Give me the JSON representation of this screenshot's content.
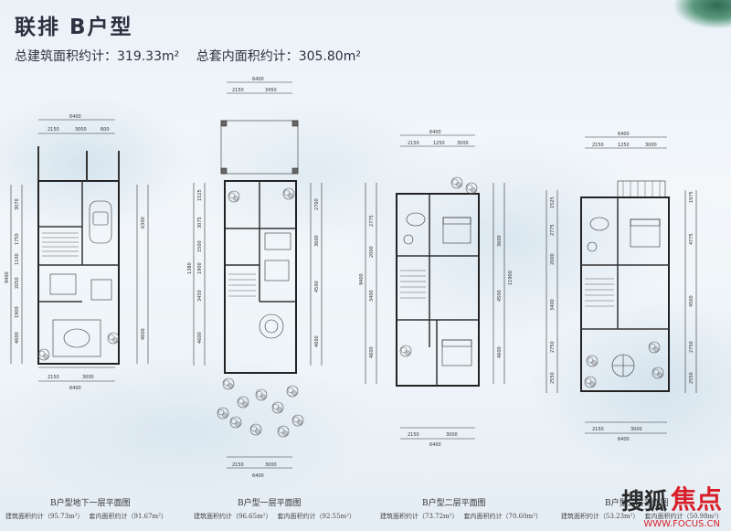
{
  "header": {
    "title": "联排 B户型",
    "gross_area": "总建筑面积约计：319.33m²",
    "inner_area": "总套内面积约计：305.80m²"
  },
  "plans": [
    {
      "name": "B户型地下一层平面图",
      "build_area": "建筑面积约计（95.73m²）",
      "inner_area": "套内面积约计（91.67m²）",
      "top_dims": [
        "6400",
        "2150",
        "3000",
        "600"
      ],
      "bottom_dims": [
        "2150",
        "3000",
        "6400"
      ],
      "left_dims": [
        "3070",
        "1750",
        "1100",
        "2050",
        "4600",
        "1900",
        "9400"
      ],
      "right_dims": [
        "6300",
        "4600"
      ]
    },
    {
      "name": "B户型一层平面图",
      "build_area": "建筑面积约计（96.65m²）",
      "inner_area": "套内面积约计（92.55m²）",
      "top_dims": [
        "6400",
        "2150",
        "3450"
      ],
      "bottom_dims": [
        "2150",
        "3000",
        "6400"
      ],
      "left_dims": [
        "1525",
        "3075",
        "1500",
        "1900",
        "3450",
        "4600",
        "1380"
      ],
      "right_dims": [
        "2700",
        "3600",
        "4500",
        "4600"
      ]
    },
    {
      "name": "B户型二层平面图",
      "build_area": "建筑面积约计（73.72m²）",
      "inner_area": "套内面积约计（70.60m²）",
      "top_dims": [
        "6400",
        "2150",
        "1250",
        "3000"
      ],
      "bottom_dims": [
        "2150",
        "3000",
        "6400"
      ],
      "left_dims": [
        "2775",
        "2000",
        "3400",
        "4600",
        "9400"
      ],
      "right_dims": [
        "3600",
        "4500",
        "4600",
        "11900"
      ]
    },
    {
      "name": "B户型三层平面图",
      "build_area": "建筑面积约计（53.23m²）",
      "inner_area": "套内面积约计（50.98m²）",
      "top_dims": [
        "6400",
        "2150",
        "1250",
        "3000"
      ],
      "bottom_dims": [
        "2150",
        "3000",
        "6400"
      ],
      "left_dims": [
        "1525",
        "2775",
        "2000",
        "3400",
        "2750",
        "2550"
      ],
      "right_dims": [
        "1975",
        "4775",
        "4500",
        "2750",
        "2550"
      ]
    }
  ],
  "watermark": {
    "text": "搜狐",
    "logo": "焦点",
    "url": "WWW.FOCUS.CN"
  }
}
